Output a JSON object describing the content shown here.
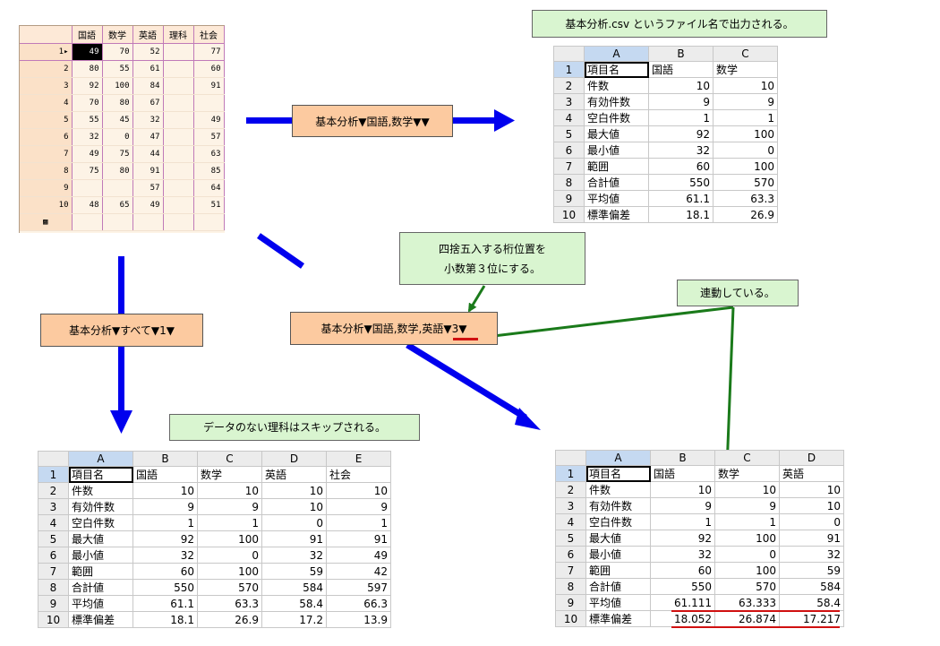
{
  "data_grid": {
    "headers": [
      "国語",
      "数学",
      "英語",
      "理科",
      "社会"
    ],
    "rows": [
      {
        "n": "1▸",
        "v": [
          "49",
          "70",
          "52",
          "",
          "77"
        ]
      },
      {
        "n": "2",
        "v": [
          "80",
          "55",
          "61",
          "",
          "60"
        ]
      },
      {
        "n": "3",
        "v": [
          "92",
          "100",
          "84",
          "",
          "91"
        ]
      },
      {
        "n": "4",
        "v": [
          "70",
          "80",
          "67",
          "",
          ""
        ]
      },
      {
        "n": "5",
        "v": [
          "55",
          "45",
          "32",
          "",
          "49"
        ]
      },
      {
        "n": "6",
        "v": [
          "32",
          "0",
          "47",
          "",
          "57"
        ]
      },
      {
        "n": "7",
        "v": [
          "49",
          "75",
          "44",
          "",
          "63"
        ]
      },
      {
        "n": "8",
        "v": [
          "75",
          "80",
          "91",
          "",
          "85"
        ]
      },
      {
        "n": "9",
        "v": [
          "",
          "",
          "57",
          "",
          "64"
        ]
      },
      {
        "n": "10",
        "v": [
          "48",
          "65",
          "49",
          "",
          "51"
        ]
      }
    ],
    "new_row_icon": "▩"
  },
  "commands": {
    "top": "基本分析▼国語,数学▼▼",
    "left": "基本分析▼すべて▼1▼",
    "mid": "基本分析▼国語,数学,英語▼3▼"
  },
  "notes": {
    "csv_output": "基本分析.csv というファイル名で出力される。",
    "round_line1": "四捨五入する桁位置を",
    "round_line2": "小数第３位にする。",
    "linked": "連動している。",
    "skip": "データのない理科はスキップされる。"
  },
  "sheet_top": {
    "cols": [
      "A",
      "B",
      "C"
    ],
    "rows": [
      {
        "n": "1",
        "c": [
          "項目名",
          "国語",
          "数学"
        ]
      },
      {
        "n": "2",
        "c": [
          "件数",
          "10",
          "10"
        ]
      },
      {
        "n": "3",
        "c": [
          "有効件数",
          "9",
          "9"
        ]
      },
      {
        "n": "4",
        "c": [
          "空白件数",
          "1",
          "1"
        ]
      },
      {
        "n": "5",
        "c": [
          "最大値",
          "92",
          "100"
        ]
      },
      {
        "n": "6",
        "c": [
          "最小値",
          "32",
          "0"
        ]
      },
      {
        "n": "7",
        "c": [
          "範囲",
          "60",
          "100"
        ]
      },
      {
        "n": "8",
        "c": [
          "合計値",
          "550",
          "570"
        ]
      },
      {
        "n": "9",
        "c": [
          "平均値",
          "61.1",
          "63.3"
        ]
      },
      {
        "n": "10",
        "c": [
          "標準偏差",
          "18.1",
          "26.9"
        ]
      }
    ]
  },
  "sheet_bl": {
    "cols": [
      "A",
      "B",
      "C",
      "D",
      "E"
    ],
    "rows": [
      {
        "n": "1",
        "c": [
          "項目名",
          "国語",
          "数学",
          "英語",
          "社会"
        ]
      },
      {
        "n": "2",
        "c": [
          "件数",
          "10",
          "10",
          "10",
          "10"
        ]
      },
      {
        "n": "3",
        "c": [
          "有効件数",
          "9",
          "9",
          "10",
          "9"
        ]
      },
      {
        "n": "4",
        "c": [
          "空白件数",
          "1",
          "1",
          "0",
          "1"
        ]
      },
      {
        "n": "5",
        "c": [
          "最大値",
          "92",
          "100",
          "91",
          "91"
        ]
      },
      {
        "n": "6",
        "c": [
          "最小値",
          "32",
          "0",
          "32",
          "49"
        ]
      },
      {
        "n": "7",
        "c": [
          "範囲",
          "60",
          "100",
          "59",
          "42"
        ]
      },
      {
        "n": "8",
        "c": [
          "合計値",
          "550",
          "570",
          "584",
          "597"
        ]
      },
      {
        "n": "9",
        "c": [
          "平均値",
          "61.1",
          "63.3",
          "58.4",
          "66.3"
        ]
      },
      {
        "n": "10",
        "c": [
          "標準偏差",
          "18.1",
          "26.9",
          "17.2",
          "13.9"
        ]
      }
    ]
  },
  "sheet_br": {
    "cols": [
      "A",
      "B",
      "C",
      "D"
    ],
    "rows": [
      {
        "n": "1",
        "c": [
          "項目名",
          "国語",
          "数学",
          "英語"
        ]
      },
      {
        "n": "2",
        "c": [
          "件数",
          "10",
          "10",
          "10"
        ]
      },
      {
        "n": "3",
        "c": [
          "有効件数",
          "9",
          "9",
          "10"
        ]
      },
      {
        "n": "4",
        "c": [
          "空白件数",
          "1",
          "1",
          "0"
        ]
      },
      {
        "n": "5",
        "c": [
          "最大値",
          "92",
          "100",
          "91"
        ]
      },
      {
        "n": "6",
        "c": [
          "最小値",
          "32",
          "0",
          "32"
        ]
      },
      {
        "n": "7",
        "c": [
          "範囲",
          "60",
          "100",
          "59"
        ]
      },
      {
        "n": "8",
        "c": [
          "合計値",
          "550",
          "570",
          "584"
        ]
      },
      {
        "n": "9",
        "c": [
          "平均値",
          "61.111",
          "63.333",
          "58.4"
        ]
      },
      {
        "n": "10",
        "c": [
          "標準偏差",
          "18.052",
          "26.874",
          "17.217"
        ]
      }
    ]
  },
  "colors": {
    "blue_arrow": "#0000ee",
    "green_arrow": "#1a7a1a",
    "red_underline": "#d01010"
  }
}
